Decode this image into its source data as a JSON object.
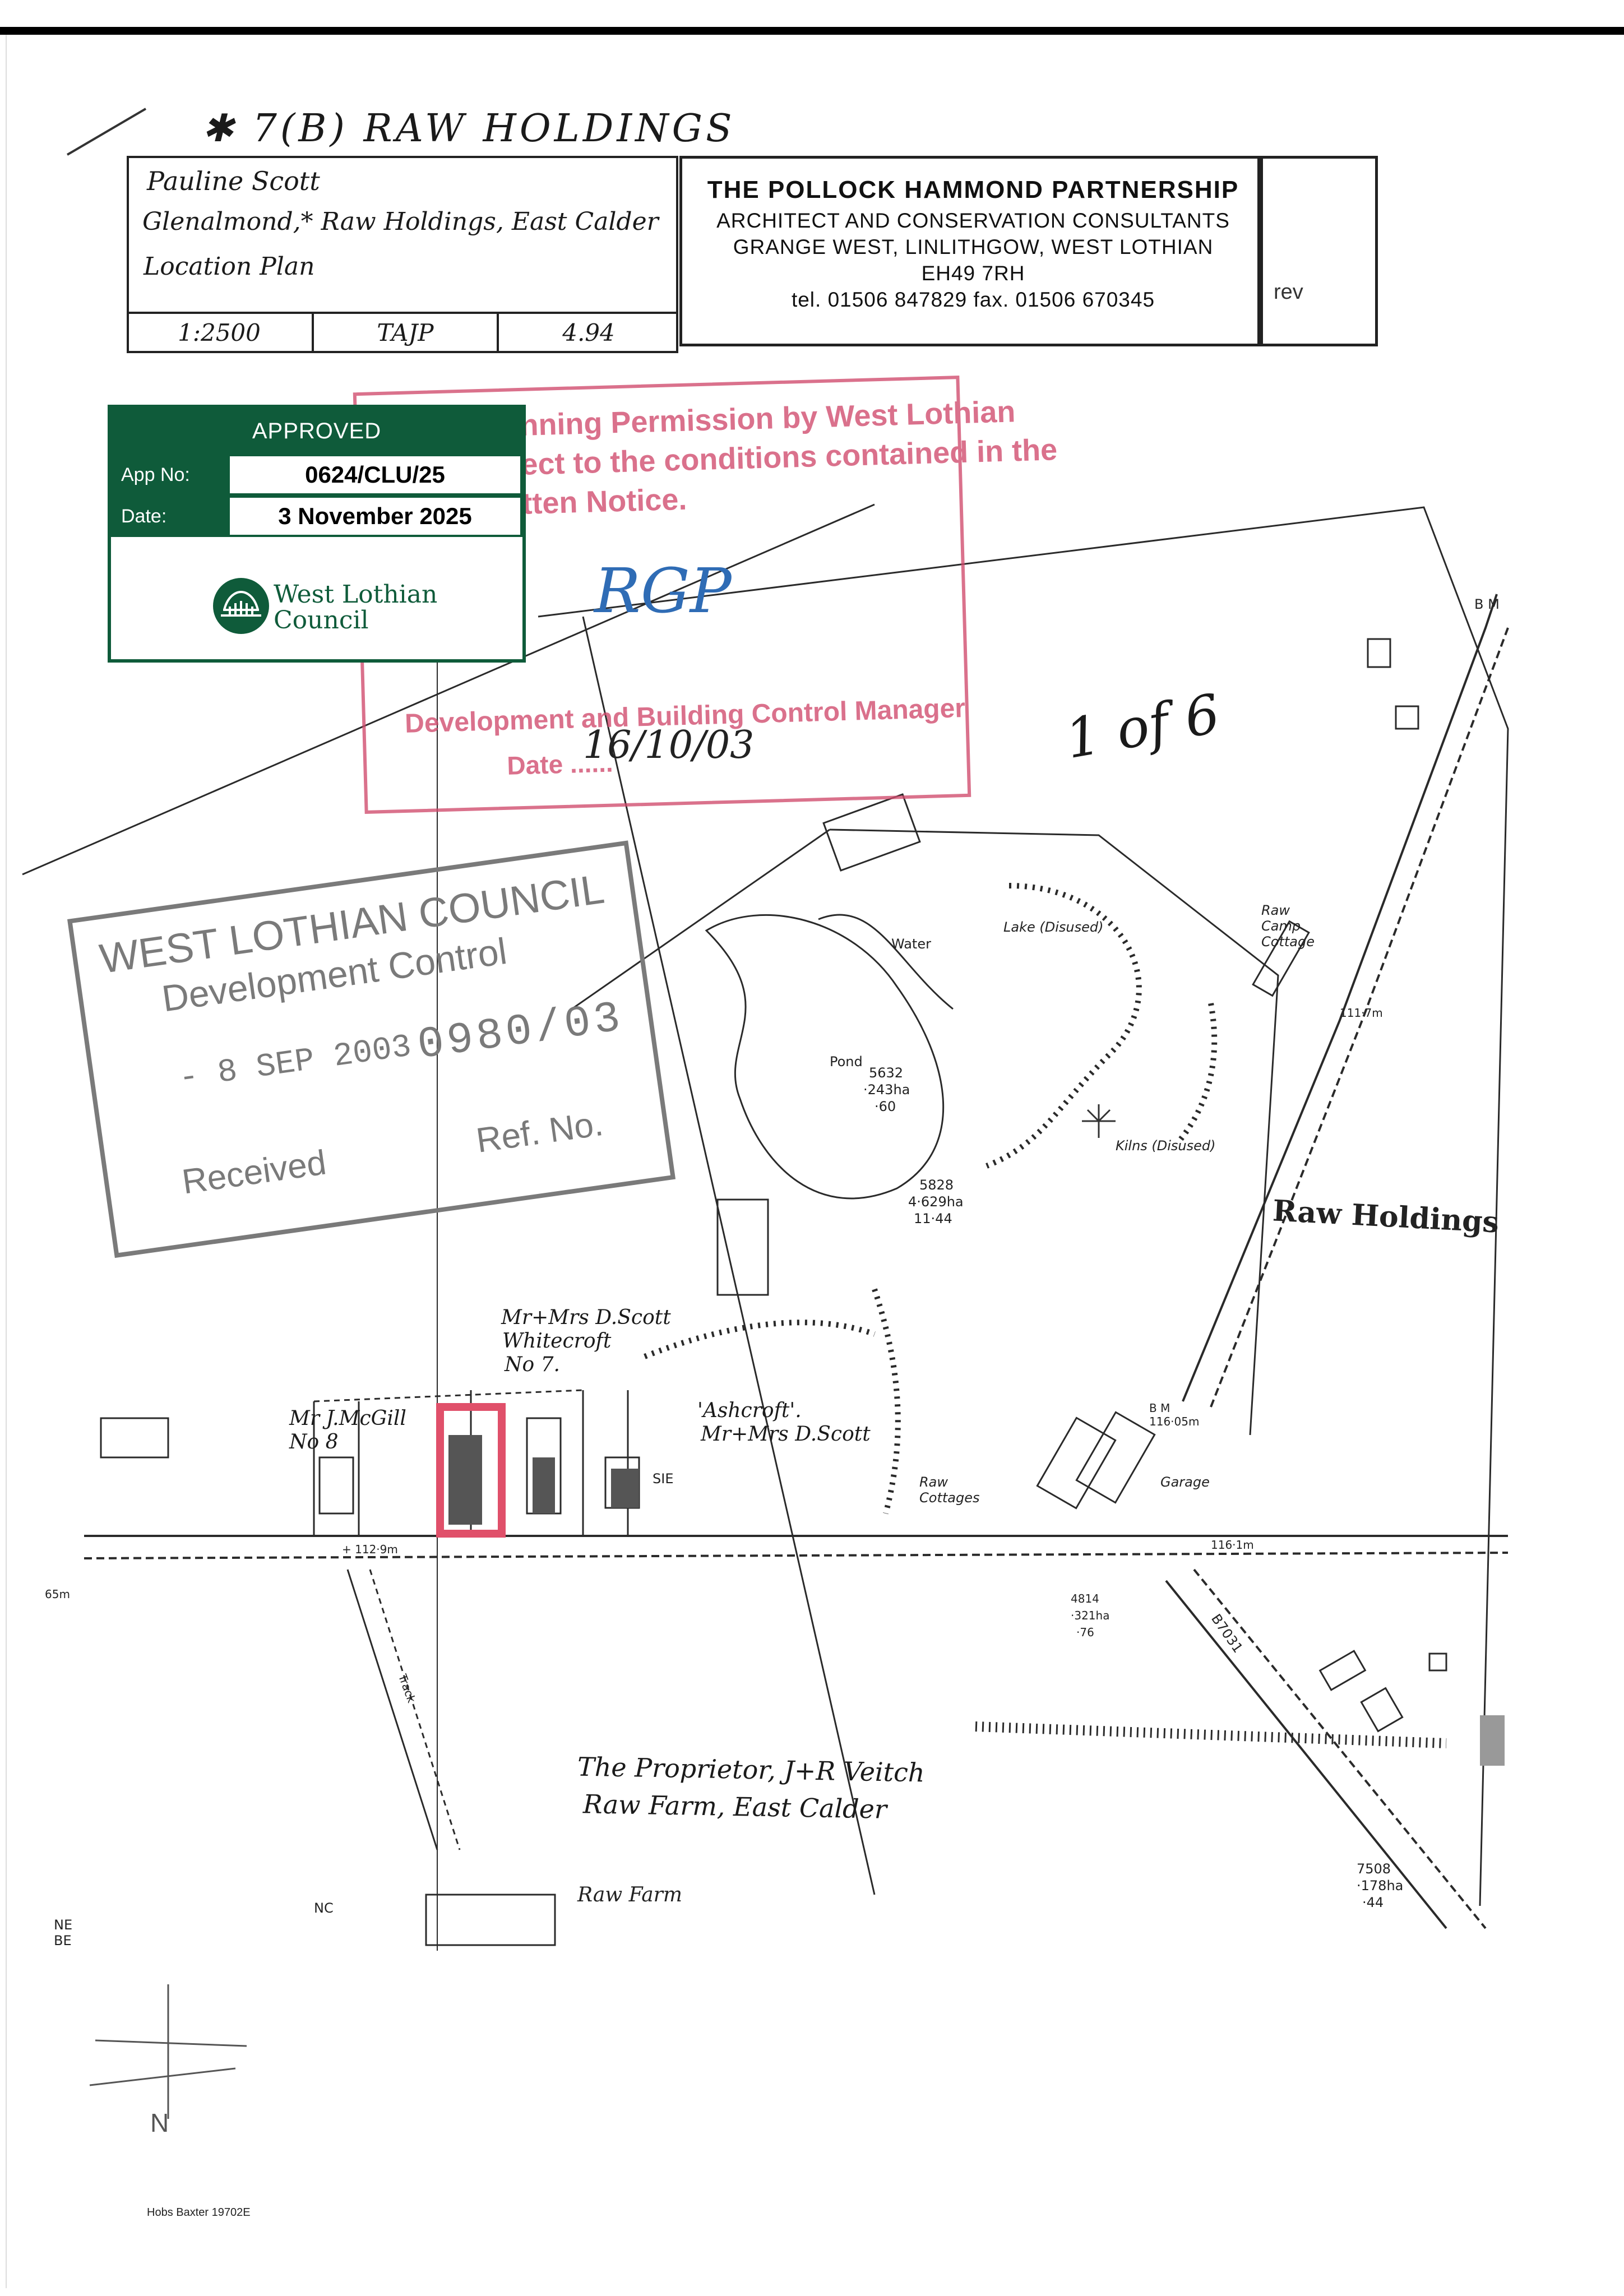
{
  "heading_note": "✱ 7(B) RAW HOLDINGS",
  "title_block": {
    "client": "Pauline Scott",
    "address": "Glenalmond,* Raw Holdings, East Calder",
    "drawing_title": "Location Plan",
    "scale": "1:2500",
    "drawn_by": "TAJP",
    "date": "4.94",
    "firm_name": "THE POLLOCK HAMMOND PARTNERSHIP",
    "firm_tagline": "ARCHITECT AND CONSERVATION CONSULTANTS",
    "firm_address_1": "GRANGE WEST, LINLITHGOW, WEST LOTHIAN",
    "firm_address_2": "EH49 7RH",
    "firm_contact": "tel. 01506 847829  fax. 01506 670345",
    "rev_label": "rev"
  },
  "approval_stamp": {
    "status": "APPROVED",
    "app_no_label": "App No:",
    "app_no": "0624/CLU/25",
    "date_label": "Date:",
    "date": "3 November 2025",
    "logo_line1": "West Lothian",
    "logo_line2": "Council",
    "brand_color": "#0f5b3a"
  },
  "planning_stamp": {
    "line1": "nning Permission by West Lothian",
    "line2": "ect to the conditions contained in the",
    "line3": "tten Notice.",
    "line4": "Development and Building Control Manager",
    "line5": "Date ......",
    "handwritten_date": "16/10/03",
    "initials": "RGP",
    "color": "#d04a6c"
  },
  "received_stamp": {
    "line1": "WEST LOTHIAN COUNCIL",
    "line2": "Development Control",
    "date": "- 8 SEP 2003",
    "ref": "0980/03",
    "received": "Received",
    "ref_label": "Ref. No."
  },
  "sheet_note": "1 of 6",
  "map": {
    "place_name": "Raw Holdings",
    "water": "Water",
    "pond": "Pond",
    "lake_disused": "Lake (Disused)",
    "kilns_disused": "Kilns (Disused)",
    "raw_camp_cottage": "Raw Camp Cottage",
    "raw_cottages": "Raw Cottages",
    "garage": "Garage",
    "raw_farm": "Raw Farm",
    "parcel_1_id": "5632",
    "parcel_1_area": "·243ha",
    "parcel_1_acres": "·60",
    "parcel_2_id": "5828",
    "parcel_2_area": "4·629ha",
    "parcel_2_acres": "11·44",
    "parcel_3_id": "4814",
    "parcel_3_area": "·321ha",
    "parcel_3_acres": "·76",
    "parcel_4_id": "7508",
    "parcel_4_area": "·178ha",
    "parcel_4_acres": "·44",
    "bm_1": "B M",
    "bm_2": "B M 116·05m",
    "spot_1": "111·7m",
    "spot_2": "116·1m",
    "spot_3": "+ 112·9m",
    "spot_4": "65m",
    "road": "B7031",
    "track": "Track",
    "nc": "NC",
    "ne_be": "NE BE",
    "sie": "SIE",
    "owner_mcgill_1": "Mr J.McGill",
    "owner_mcgill_2": "No 8",
    "owner_scott_1": "Mr+Mrs D.Scott",
    "owner_scott_2": "Whitecroft",
    "owner_scott_3": "No 7.",
    "ashcroft_1": "'Ashcroft'.",
    "ashcroft_2": "Mr+Mrs D.Scott",
    "proprietor_1": "The Proprietor, J+R Veitch",
    "proprietor_2": "Raw Farm, East Calder",
    "north": "N",
    "site_color": "#e0506a"
  },
  "footer": "Hobs Baxter 19702E"
}
